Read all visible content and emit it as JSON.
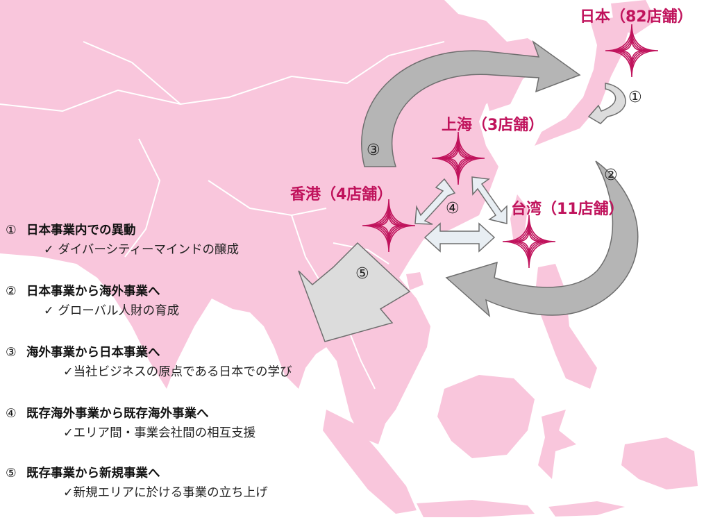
{
  "colors": {
    "land": "#f9c6dc",
    "border": "#ffffff",
    "sea": "#ffffff",
    "accent": "#c0135c",
    "arrow_fill": "#b5b5b5",
    "arrow_fill_light": "#dcdcdc",
    "arrow_stroke": "#6e6e6e",
    "sub_arrow_fill": "#e8eef3"
  },
  "locations": [
    {
      "id": "japan",
      "label": "日本（82店舗）",
      "icon": "diamond-burst-icon"
    },
    {
      "id": "shanghai",
      "label": "上海（3店舗）",
      "icon": "diamond-burst-icon"
    },
    {
      "id": "hongkong",
      "label": "香港（4店舗）",
      "icon": "diamond-burst-icon"
    },
    {
      "id": "taiwan",
      "label": "台湾（11店舗）",
      "icon": "diamond-burst-icon"
    }
  ],
  "arrow_numbers": [
    "①",
    "②",
    "③",
    "④",
    "⑤"
  ],
  "legend": [
    {
      "number": "①",
      "title": "日本事業内での異動",
      "detail": "✓ ダイバーシティーマインドの醸成"
    },
    {
      "number": "②",
      "title": "日本事業から海外事業へ",
      "detail": "✓ グローバル人財の育成"
    },
    {
      "number": "③",
      "title": "海外事業から日本事業へ",
      "detail": "✓当社ビジネスの原点である日本での学び"
    },
    {
      "number": "④",
      "title": "既存海外事業から既存海外事業へ",
      "detail": "✓エリア間・事業会社間の相互支援"
    },
    {
      "number": "⑤",
      "title": "既存事業から新規事業へ",
      "detail": "✓新規エリアに於ける事業の立ち上げ"
    }
  ]
}
